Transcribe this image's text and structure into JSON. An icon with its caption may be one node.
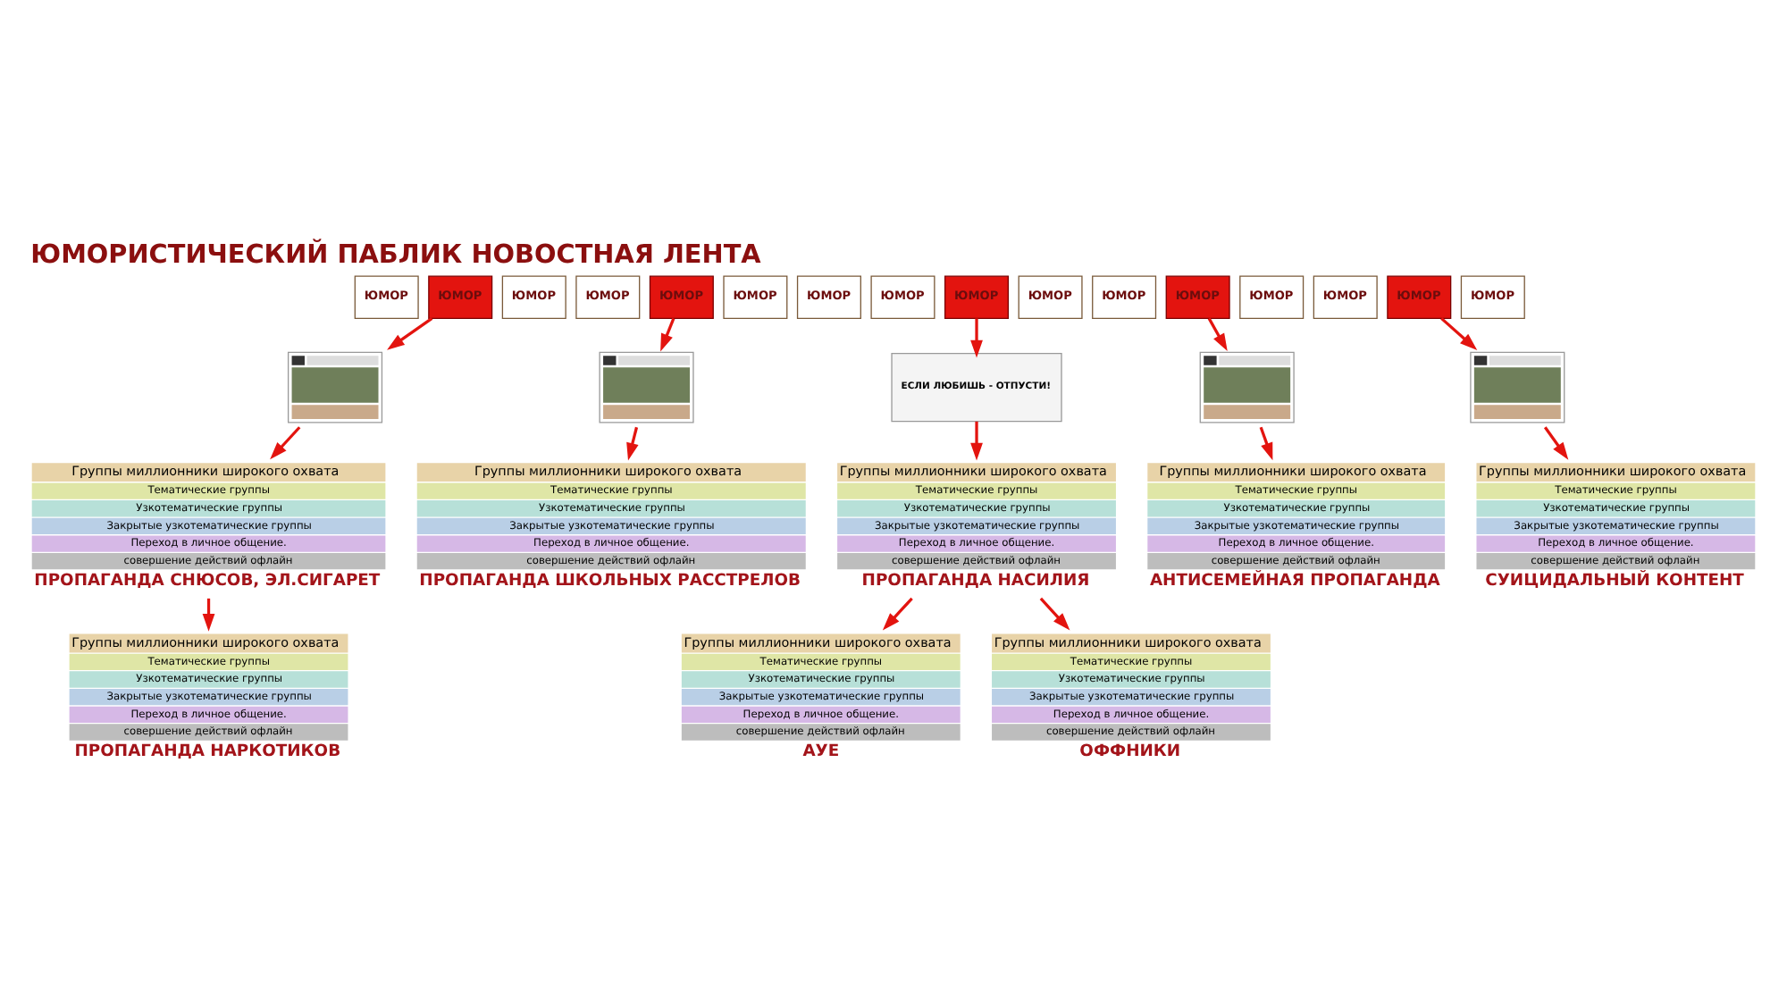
{
  "diagram": {
    "title": "ЮМОРИСТИЧЕСКИЙ ПАБЛИК НОВОСТНАЯ ЛЕНТА",
    "nodes": [
      {
        "text": [
          "ЮМОР"
        ]
      },
      {
        "text": [
          "ЮМОР"
        ]
      },
      {
        "text": [
          "ЮМОР"
        ]
      },
      {
        "text": [
          "ЮМОР"
        ]
      },
      {
        "text": [
          "ЮМОР"
        ]
      },
      {
        "text": [
          "ЮМОР"
        ]
      },
      {
        "text": [
          "ЮМОР"
        ]
      },
      {
        "text": [
          "ЮМОР"
        ]
      },
      {
        "text": [
          "ЮМОР"
        ]
      },
      {
        "text": [
          "ЮМОР"
        ]
      },
      {
        "text": [
          "ЮМОР"
        ]
      },
      {
        "text": [
          "ЮМОР"
        ]
      },
      {
        "text": [
          "ЮМОР"
        ]
      },
      {
        "text": [
          "ЮМОР"
        ]
      },
      {
        "text": [
          "ЮМОР"
        ]
      },
      {
        "text": [
          "ЮМОР"
        ]
      },
      {
        "text": [],
        "shape": "picture"
      },
      {
        "text": [],
        "shape": "picture"
      },
      {
        "text": [
          "ЕСЛИ ЛЮБИШЬ - ОТПУСТИ!"
        ]
      },
      {
        "text": [],
        "shape": "picture"
      },
      {
        "text": [],
        "shape": "picture"
      },
      {
        "text": [
          "Группы миллионники широкого охвата",
          "Тематические группы",
          "Узкотематические группы",
          "Закрытые узкотематические группы",
          "Переход в личное общение.",
          "совершение действий офлайн"
        ],
        "beside": [
          "ПРОПАГАНДА СНЮСОВ, ЭЛ.СИГАРЕТ"
        ]
      },
      {
        "text": [
          "Группы миллионники широкого охвата",
          "Тематические группы",
          "Узкотематические группы",
          "Закрытые узкотематические группы",
          "Переход в личное общение.",
          "совершение действий офлайн"
        ],
        "beside": [
          "ПРОПАГАНДА ШКОЛЬНЫХ РАССТРЕЛОВ"
        ]
      },
      {
        "text": [
          "Группы миллионники широкого охвата",
          "Тематические группы",
          "Узкотематические группы",
          "Закрытые узкотематические группы",
          "Переход в личное общение.",
          "совершение действий офлайн"
        ],
        "beside": [
          "ПРОПАГАНДА НАСИЛИЯ"
        ]
      },
      {
        "text": [
          "Группы миллионники широкого охвата",
          "Тематические группы",
          "Узкотематические группы",
          "Закрытые узкотематические группы",
          "Переход в личное общение.",
          "совершение действий офлайн"
        ],
        "beside": [
          "АНТИСЕМЕЙНАЯ ПРОПАГАНДА"
        ]
      },
      {
        "text": [
          "Группы миллионники широкого охвата",
          "Тематические группы",
          "Узкотематические группы",
          "Закрытые узкотематические группы",
          "Переход в личное общение.",
          "совершение действий офлайн"
        ],
        "beside": [
          "СУИЦИДАЛЬНЫЙ КОНТЕНТ"
        ]
      },
      {
        "text": [
          "Группы миллионники широкого охвата",
          "Тематические группы",
          "Узкотематические группы",
          "Закрытые узкотематические группы",
          "Переход в личное общение.",
          "совершение действий офлайн"
        ],
        "beside": [
          "ПРОПАГАНДА НАРКОТИКОВ"
        ]
      },
      {
        "text": [
          "Группы миллионники широкого охвата",
          "Тематические группы",
          "Узкотематические группы",
          "Закрытые узкотематические группы",
          "Переход в личное общение.",
          "совершение действий офлайн"
        ],
        "beside": [
          "АУЕ"
        ]
      },
      {
        "text": [
          "Группы миллионники широкого охвата",
          "Тематические группы",
          "Узкотематические группы",
          "Закрытые узкотематические группы",
          "Переход в личное общение.",
          "совершение действий офлайн"
        ],
        "beside": [
          "ОФФНИКИ"
        ]
      }
    ],
    "edges": [
      {
        "from": 1,
        "to": 16,
        "arrow": "to"
      },
      {
        "from": 4,
        "to": 17,
        "arrow": "to"
      },
      {
        "from": 8,
        "to": 18,
        "arrow": "to"
      },
      {
        "from": 11,
        "to": 19,
        "arrow": "to"
      },
      {
        "from": 14,
        "to": 20,
        "arrow": "to"
      },
      {
        "from": 16,
        "to": 21,
        "arrow": "to"
      },
      {
        "from": 17,
        "to": 22,
        "arrow": "to"
      },
      {
        "from": 18,
        "to": 23,
        "arrow": "to"
      },
      {
        "from": 19,
        "to": 24,
        "arrow": "to"
      },
      {
        "from": 20,
        "to": 25,
        "arrow": "to"
      },
      {
        "from": 21,
        "to": 26,
        "arrow": "to"
      },
      {
        "from": 23,
        "to": 27,
        "arrow": "to"
      },
      {
        "from": 23,
        "to": 28,
        "arrow": "to"
      }
    ]
  }
}
